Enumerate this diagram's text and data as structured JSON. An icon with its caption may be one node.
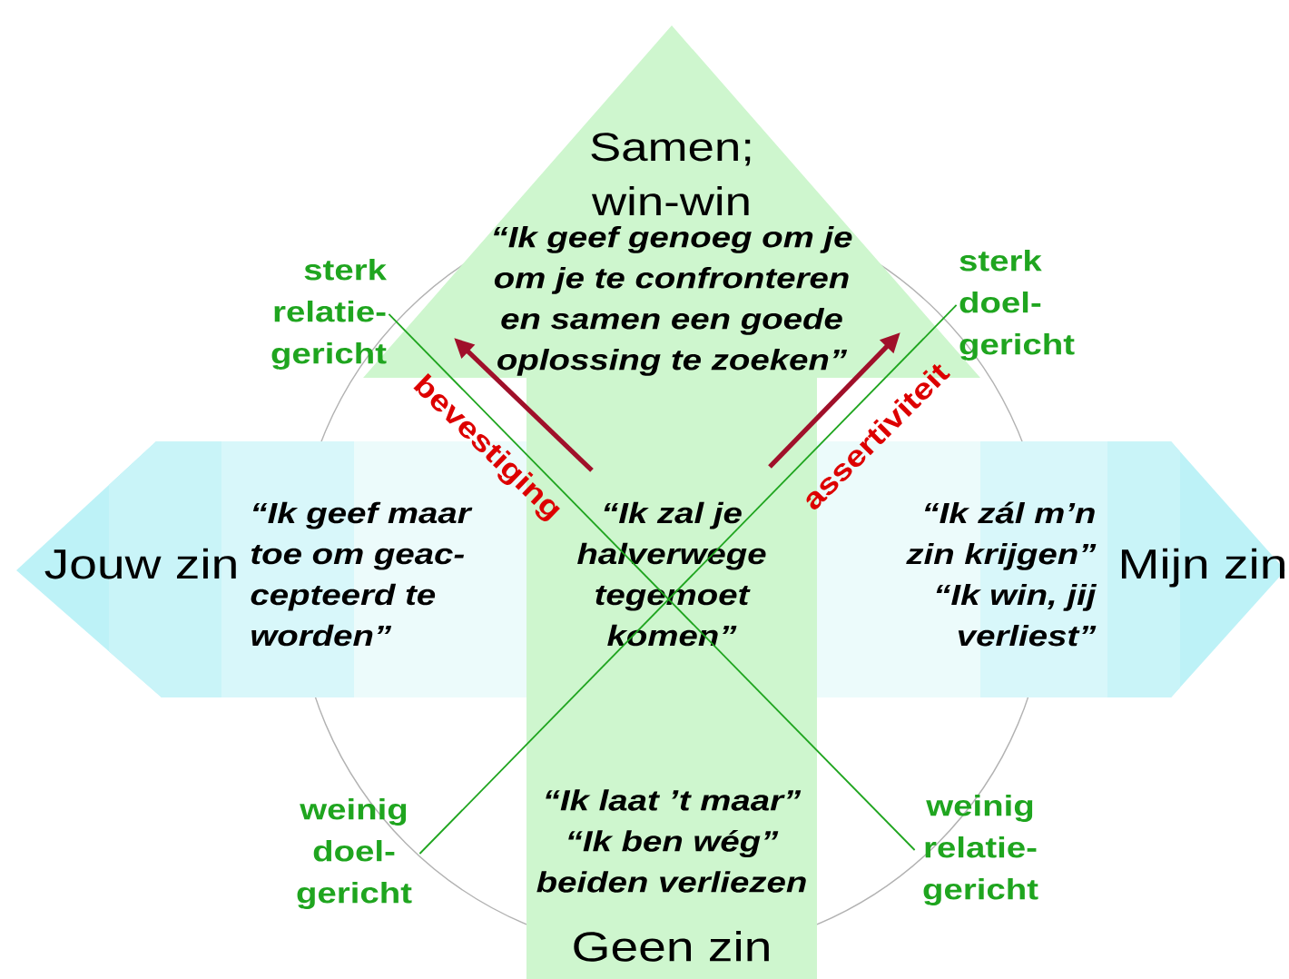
{
  "diagram": {
    "nodes": [
      {
        "text": [
          "Samen; win-win",
          "“Ik geef genoeg om je om je te confronteren en samen een goede oplossing te zoeken”"
        ]
      },
      {
        "text": [
          "Jouw zin",
          "“Ik geef maar toe om geac- cepteerd te worden”"
        ]
      },
      {
        "text": [
          "“Ik zal je halverwege tegemoet komen”"
        ],
        "in": 0
      },
      {
        "text": [
          "Mijn zin",
          "“Ik zál m’n zin krijgen”",
          "“Ik win, jij verliest”"
        ]
      },
      {
        "text": [
          "“Ik laat ’t maar”",
          "“Ik ben wég”",
          "beiden verliezen",
          "Geen zin"
        ],
        "in": 0
      },
      {
        "text": [
          "sterk relatie- gericht"
        ]
      },
      {
        "text": [
          "sterk doel- gericht"
        ]
      },
      {
        "text": [
          "weinig doel- gericht"
        ]
      },
      {
        "text": [
          "weinig relatie- gericht"
        ]
      }
    ],
    "edges": [
      {
        "from": 5,
        "to": 8,
        "arrow": "none"
      },
      {
        "from": 6,
        "to": 7,
        "arrow": "none"
      }
    ],
    "labels": [
      "bevestiging",
      "assertiviteit"
    ]
  }
}
